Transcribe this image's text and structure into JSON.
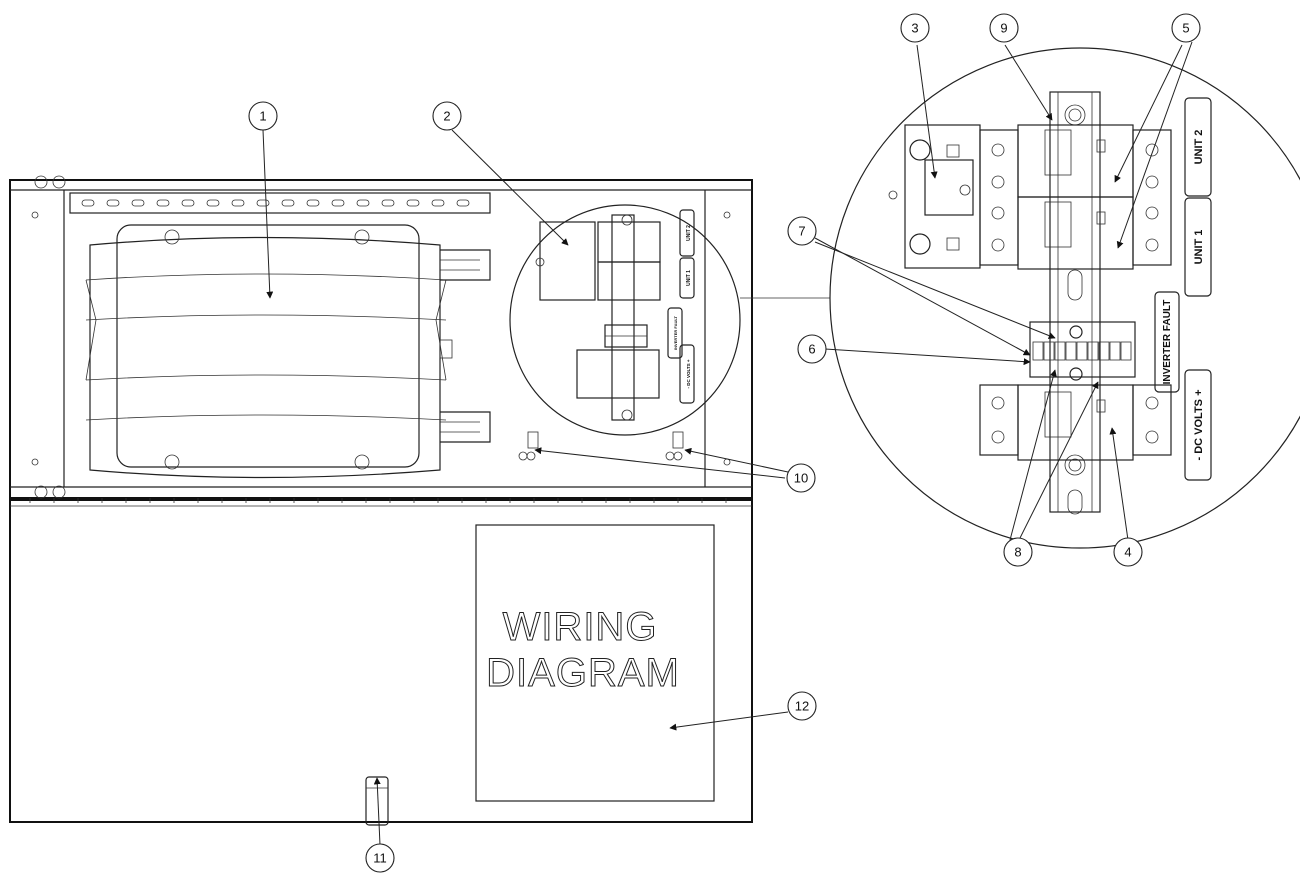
{
  "callouts": [
    {
      "n": "1"
    },
    {
      "n": "2"
    },
    {
      "n": "3"
    },
    {
      "n": "4"
    },
    {
      "n": "5"
    },
    {
      "n": "6"
    },
    {
      "n": "7"
    },
    {
      "n": "8"
    },
    {
      "n": "9"
    },
    {
      "n": "10"
    },
    {
      "n": "11"
    },
    {
      "n": "12"
    }
  ],
  "labels": {
    "unit2": "UNIT 2",
    "unit1": "UNIT 1",
    "inverter_fault": "INVERTER FAULT",
    "dc_volts": "- DC VOLTS +",
    "wiring_line1": "WIRING",
    "wiring_line2": "DIAGRAM"
  }
}
